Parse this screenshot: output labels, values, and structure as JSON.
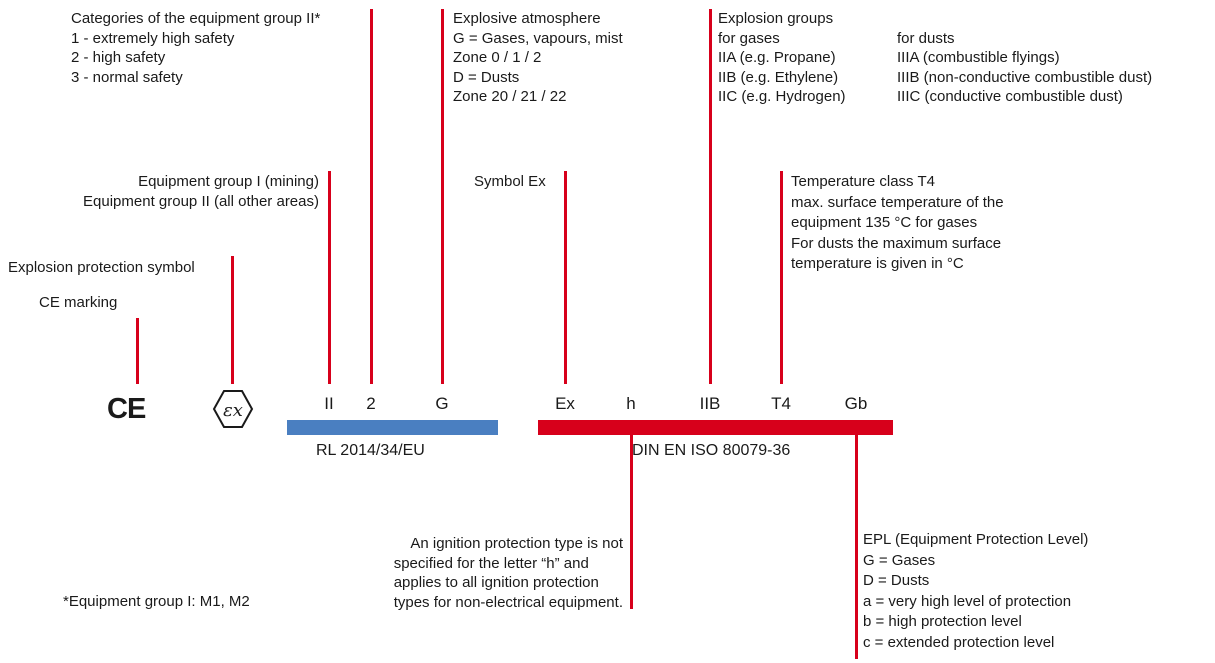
{
  "colors": {
    "bar_directive": "#4a7fc1",
    "bar_standard": "#d7001b",
    "leader_line": "#d7001b"
  },
  "callouts": {
    "categories": [
      "Categories of the equipment group II*",
      "1 - extremely high safety",
      "2 - high safety",
      "3 - normal safety"
    ],
    "atmosphere": [
      "Explosive atmosphere",
      "G = Gases, vapours, mist",
      "Zone 0 / 1 / 2",
      "D = Dusts",
      "Zone 20 / 21 / 22"
    ],
    "explosion_groups": {
      "title": "Explosion groups",
      "gases": [
        "for gases",
        "IIA (e.g. Propane)",
        "IIB (e.g. Ethylene)",
        "IIC (e.g. Hydrogen)"
      ],
      "dusts": [
        "for dusts",
        "IIIA (combustible flyings)",
        "IIIB (non-conductive combustible dust)",
        "IIIC (conductive combustible dust)"
      ]
    },
    "equipment_group": [
      "Equipment group I (mining)",
      "Equipment group II (all other areas)"
    ],
    "symbol_ex": "Symbol Ex",
    "temperature": [
      "Temperature class T4",
      "max. surface temperature of the",
      "equipment 135 °C for gases",
      "For dusts the maximum surface",
      "temperature is given in °C"
    ],
    "explosion_symbol": "Explosion protection symbol",
    "ce_marking": "CE marking",
    "ignition": [
      "An ignition protection type is not",
      "specified for the letter “h” and",
      "applies to all ignition protection",
      "types for non-electrical equipment."
    ],
    "footnote": "*Equipment group I: M1, M2",
    "epl": [
      "EPL (Equipment Protection Level)",
      "G = Gases",
      "D = Dusts",
      "a = very high level of protection",
      "b = high protection level",
      "c = extended protection level"
    ]
  },
  "marking": {
    "ce": "CE",
    "ex_symbol": "εx",
    "items": [
      "II",
      "2",
      "G",
      "Ex",
      "h",
      "IIB",
      "T4",
      "Gb"
    ]
  },
  "bars": {
    "directive_label": "RL 2014/34/EU",
    "standard_label": "DIN EN ISO 80079-36"
  }
}
